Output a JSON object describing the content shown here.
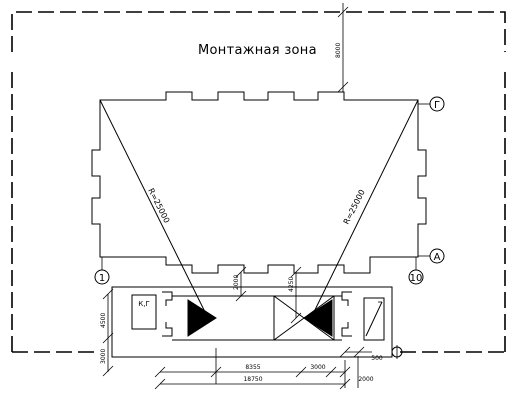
{
  "zone_label": "Монтажная зона",
  "axes": {
    "g": "Г",
    "a": "А",
    "one": "1",
    "ten": "10"
  },
  "radius_left": "R=25000",
  "radius_right": "R=25000",
  "dims": {
    "top_gap": "8000",
    "crane_offset_left": "2000",
    "crane_offset_right": "4250",
    "height_upper": "4500",
    "height_lower": "3000",
    "length_mid": "8355",
    "span_total": "18750",
    "right_a": "3000",
    "right_b": "2000",
    "small_right": "500"
  },
  "room_label": "К,Г"
}
